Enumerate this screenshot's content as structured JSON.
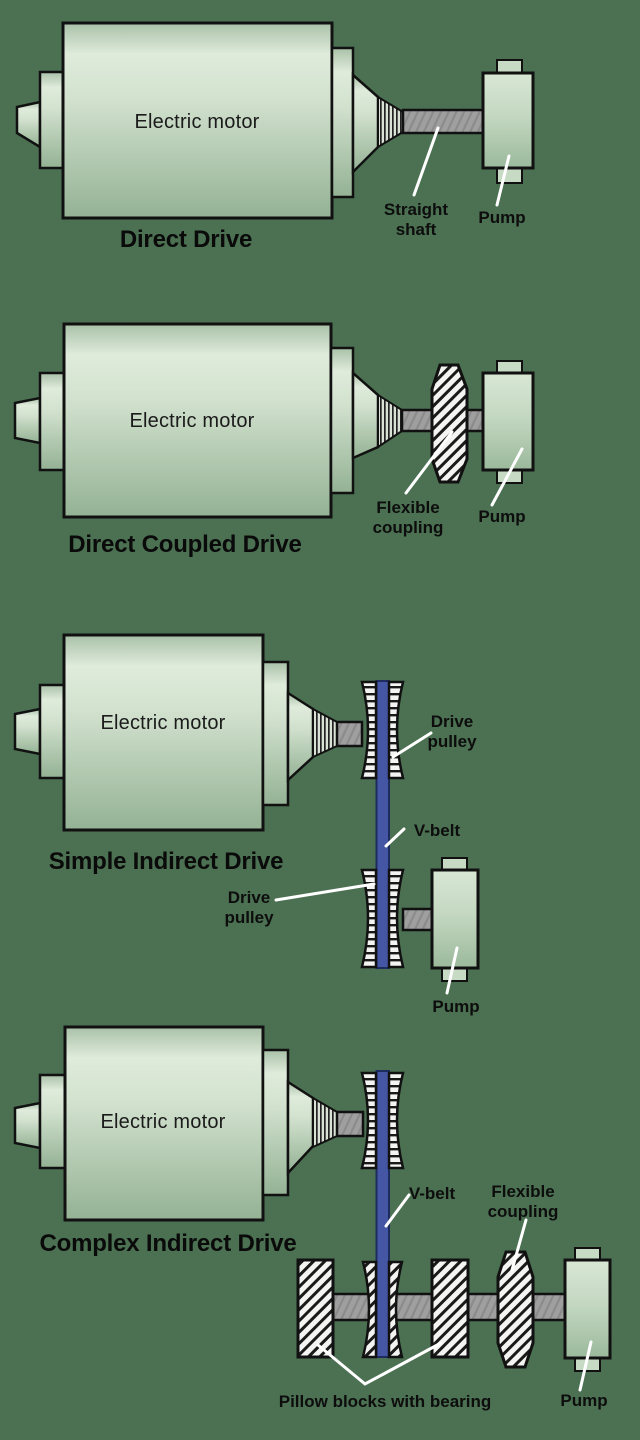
{
  "colors": {
    "background": "#4b7152",
    "belt": "#4456a4",
    "machine_green_light": "#dfebdb",
    "machine_green_dark": "#94b295",
    "outline": "#111111",
    "leader_line": "#ffffff",
    "label_text": "#0d0d0d"
  },
  "diagrams": [
    {
      "title": "Direct Drive",
      "motor": "Electric motor",
      "parts": {
        "shaft": "Straight shaft",
        "pump": "Pump"
      }
    },
    {
      "title": "Direct Coupled Drive",
      "motor": "Electric motor",
      "parts": {
        "coupling": "Flexible coupling",
        "pump": "Pump"
      }
    },
    {
      "title": "Simple Indirect Drive",
      "motor": "Electric motor",
      "parts": {
        "drive_pulley_top": "Drive pulley",
        "v_belt": "V-belt",
        "drive_pulley_bottom": "Drive pulley",
        "pump": "Pump"
      }
    },
    {
      "title": "Complex Indirect Drive",
      "motor": "Electric motor",
      "parts": {
        "v_belt": "V-belt",
        "coupling": "Flexible coupling",
        "pillow_blocks": "Pillow blocks with bearing",
        "pump": "Pump"
      }
    }
  ]
}
